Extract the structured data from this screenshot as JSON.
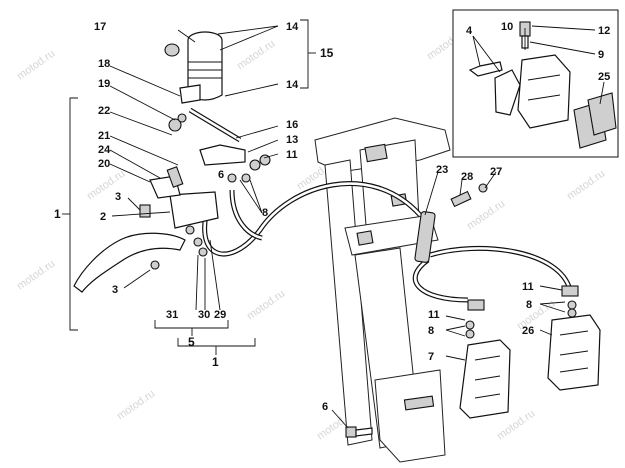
{
  "watermark": "motod.ru",
  "callouts": [
    "1",
    "2",
    "3",
    "4",
    "5",
    "6",
    "7",
    "8",
    "9",
    "10",
    "11",
    "12",
    "13",
    "14",
    "15",
    "16",
    "17",
    "18",
    "19",
    "20",
    "21",
    "22",
    "23",
    "24",
    "25",
    "26",
    "27",
    "28",
    "29",
    "30",
    "31"
  ],
  "group_labels": {
    "bracket_left": "1",
    "bracket_bottom": "1",
    "bracket_sub": "5",
    "bracket_right": "15"
  },
  "colors": {
    "line": "#111111",
    "shade": "#cfcfcf",
    "watermark": "#d6d6d6"
  }
}
